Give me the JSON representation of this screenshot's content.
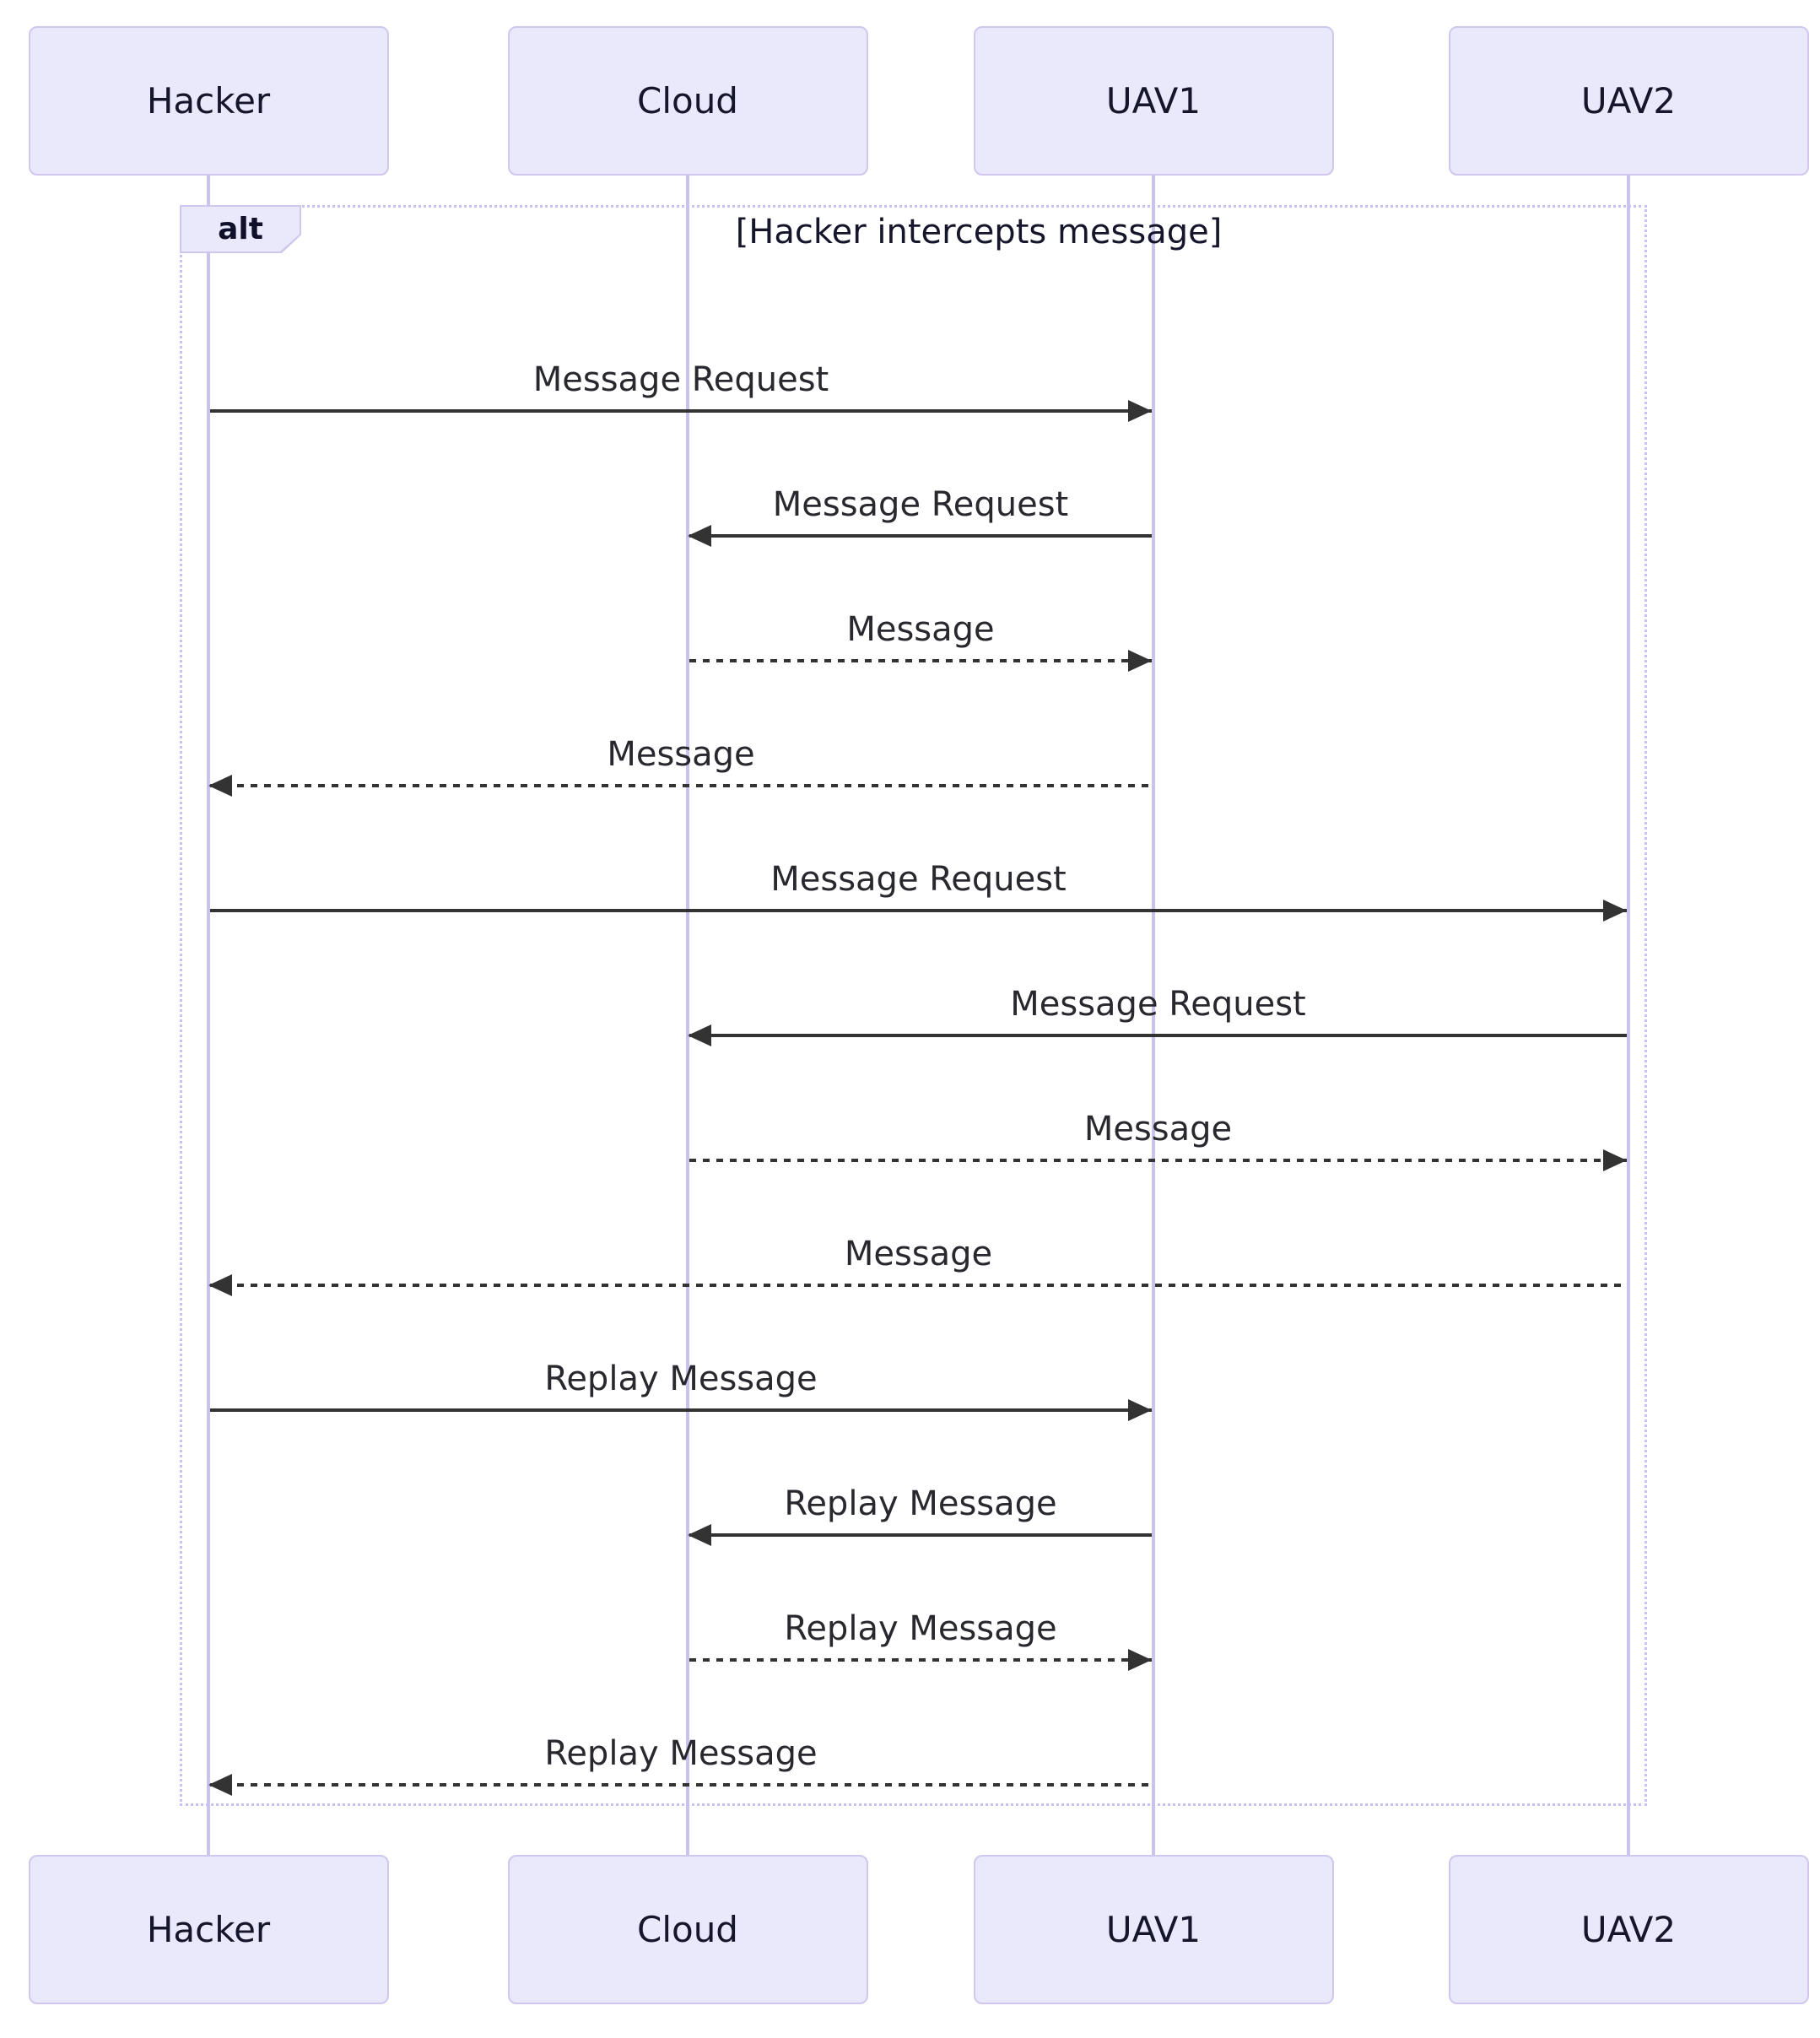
{
  "diagram": {
    "type": "sequence-diagram",
    "participants": [
      {
        "id": "hacker",
        "label": "Hacker"
      },
      {
        "id": "cloud",
        "label": "Cloud"
      },
      {
        "id": "uav1",
        "label": "UAV1"
      },
      {
        "id": "uav2",
        "label": "UAV2"
      }
    ],
    "frame": {
      "operator": "alt",
      "condition": "[Hacker intercepts message]"
    },
    "messages": [
      {
        "from": "Hacker",
        "to": "UAV1",
        "label": "Message Request",
        "line": "solid"
      },
      {
        "from": "UAV1",
        "to": "Cloud",
        "label": "Message Request",
        "line": "solid"
      },
      {
        "from": "Cloud",
        "to": "UAV1",
        "label": "Message",
        "line": "dashed"
      },
      {
        "from": "UAV1",
        "to": "Hacker",
        "label": "Message",
        "line": "dashed"
      },
      {
        "from": "Hacker",
        "to": "UAV2",
        "label": "Message Request",
        "line": "solid"
      },
      {
        "from": "UAV2",
        "to": "Cloud",
        "label": "Message Request",
        "line": "solid"
      },
      {
        "from": "Cloud",
        "to": "UAV2",
        "label": "Message",
        "line": "dashed"
      },
      {
        "from": "UAV2",
        "to": "Hacker",
        "label": "Message",
        "line": "dashed"
      },
      {
        "from": "Hacker",
        "to": "UAV1",
        "label": "Replay Message",
        "line": "solid"
      },
      {
        "from": "UAV1",
        "to": "Cloud",
        "label": "Replay Message",
        "line": "solid"
      },
      {
        "from": "Cloud",
        "to": "UAV1",
        "label": "Replay Message",
        "line": "dashed"
      },
      {
        "from": "UAV1",
        "to": "Hacker",
        "label": "Replay Message",
        "line": "dashed"
      }
    ],
    "colors": {
      "actor_fill": "#e9e9fb",
      "actor_border": "#cfc7ee",
      "lifeline": "#cbc3ef",
      "frame_border": "#c9c1f4",
      "arrow": "#333333",
      "text": "#15152b"
    }
  }
}
